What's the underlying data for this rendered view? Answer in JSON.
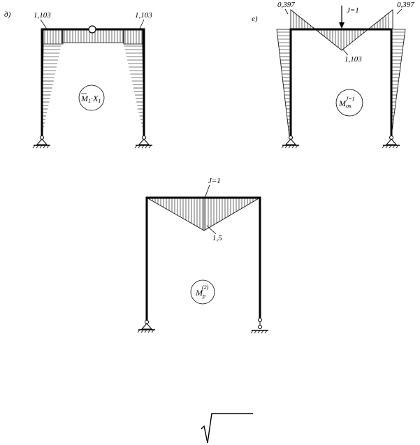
{
  "panel_d": {
    "tag": "д)",
    "value_left": "1,103",
    "value_right": "1,103",
    "label_main": "M",
    "label_sub1": "1",
    "label_mid": "·X",
    "label_sub2": "1"
  },
  "panel_e": {
    "tag": "е)",
    "value_left": "0,397",
    "value_right": "0,397",
    "value_center": "1,103",
    "load": "J=1",
    "label_main": "M",
    "label_sub": "ок",
    "label_sup": "J=1"
  },
  "panel_p": {
    "load": "J=1",
    "value_center": "1,5",
    "label_main": "M",
    "label_sub": "p",
    "label_sup": "(2)"
  }
}
